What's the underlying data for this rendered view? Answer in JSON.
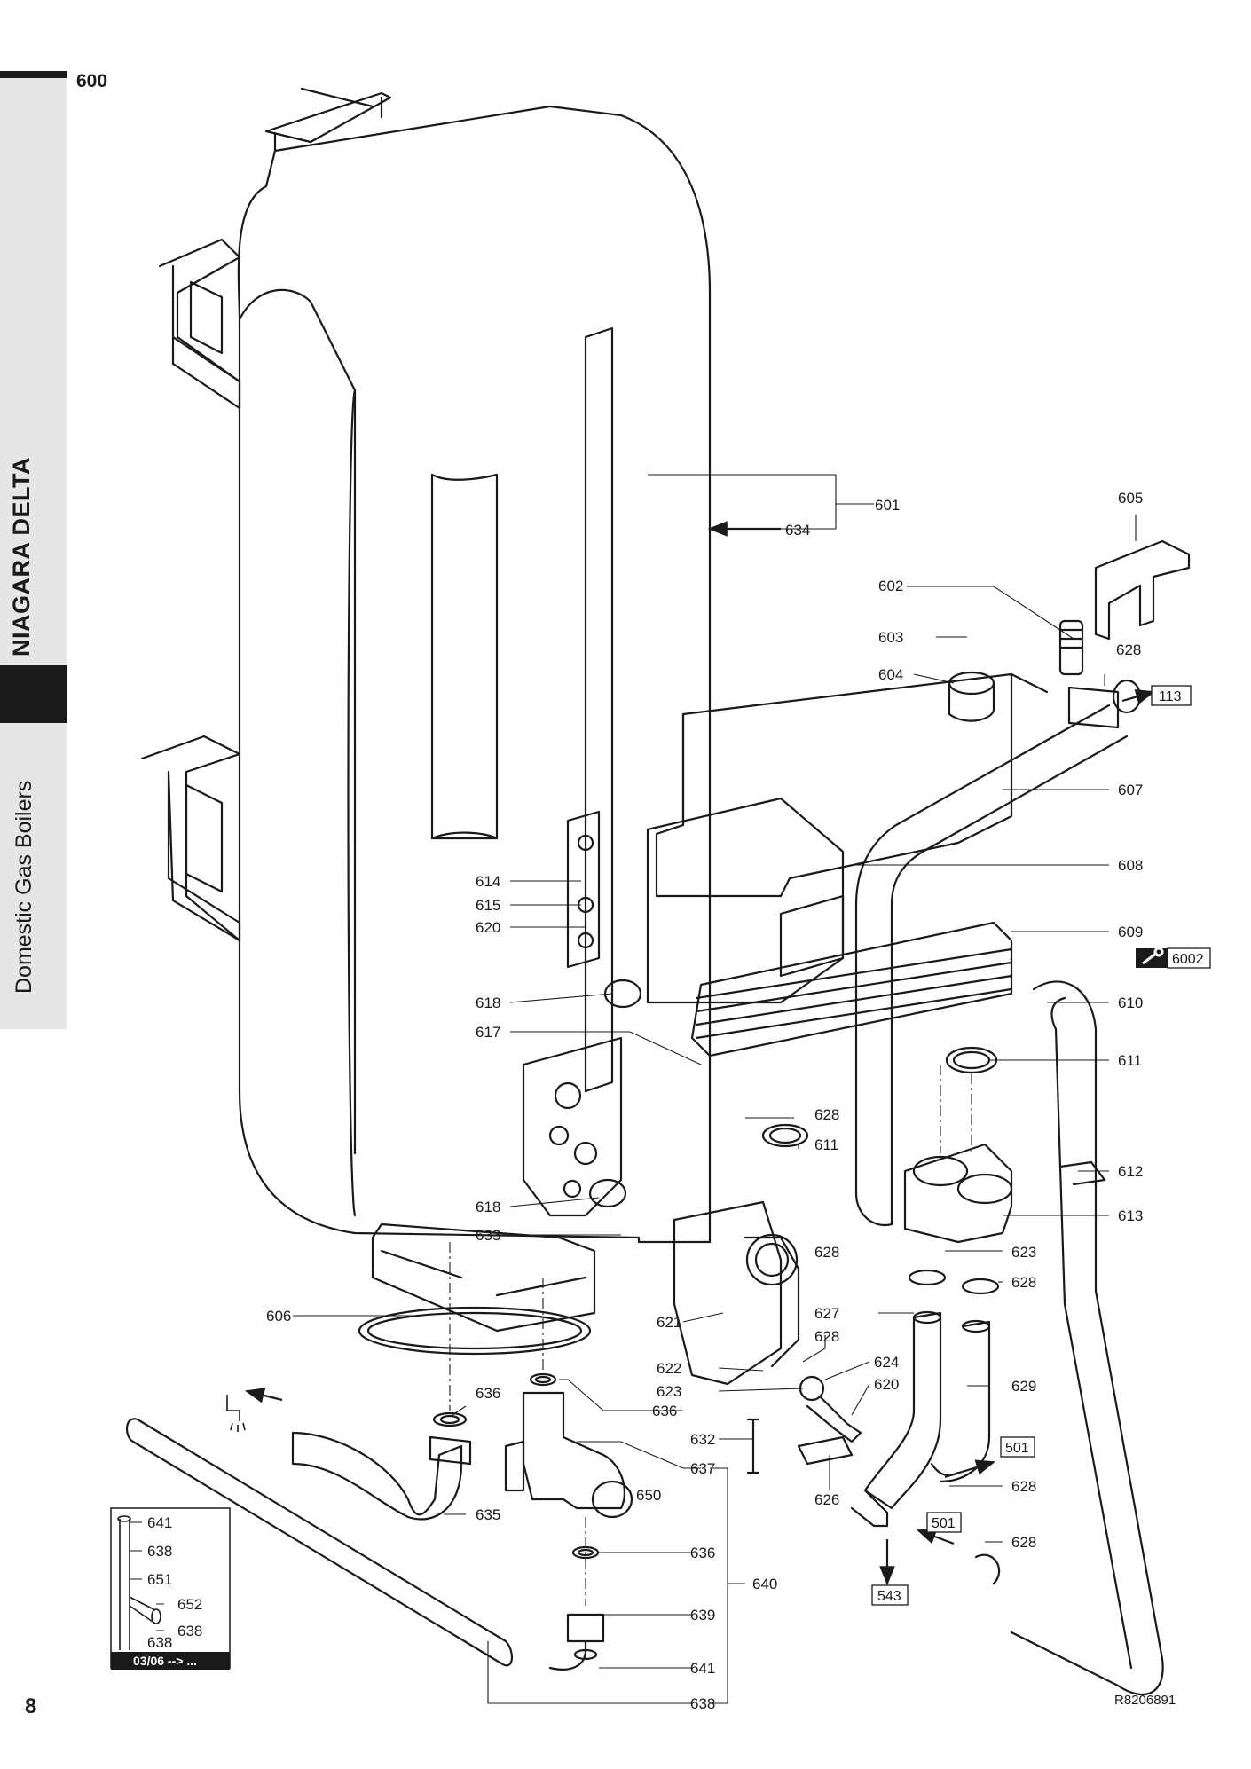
{
  "header": {
    "section_number": "600"
  },
  "sidebar": {
    "brand": "NIAGARA DELTA",
    "category": "Domestic Gas Boilers"
  },
  "footer": {
    "page_number": "8",
    "drawing_ref": "R8206891"
  },
  "part_labels": {
    "p601": "601",
    "p634": "634",
    "p605": "605",
    "p602": "602",
    "p603": "603",
    "p628a": "628",
    "p604": "604",
    "p607": "607",
    "p608": "608",
    "p609": "609",
    "p610": "610",
    "p611a": "611",
    "p614": "614",
    "p615": "615",
    "p620a": "620",
    "p618a": "618",
    "p617": "617",
    "p628b": "628",
    "p611b": "611",
    "p612": "612",
    "p613": "613",
    "p618b": "618",
    "p633": "633",
    "p628c": "628",
    "p623a": "623",
    "p628d": "628",
    "p606": "606",
    "p621": "621",
    "p627": "627",
    "p628e": "628",
    "p622": "622",
    "p624": "624",
    "p623b": "623",
    "p620b": "620",
    "p636a": "636",
    "p636b": "636",
    "p629": "629",
    "p632": "632",
    "p637": "637",
    "p628f": "628",
    "p650": "650",
    "p626": "626",
    "p635": "635",
    "p628g": "628",
    "p636c": "636",
    "p640": "640",
    "p639": "639",
    "p641a": "641",
    "p638a": "638"
  },
  "reference_boxes": {
    "r113": "113",
    "r6002": "6002",
    "r501a": "501",
    "r501b": "501",
    "r543": "543"
  },
  "inset": {
    "labels": {
      "i641": "641",
      "i638a": "638",
      "i651": "651",
      "i652": "652",
      "i638b": "638",
      "i638c": "638"
    },
    "date_range": "03/06 --> ..."
  },
  "icons": [
    "wrench-icon",
    "drain-valve-icon",
    "arrow-icon"
  ]
}
